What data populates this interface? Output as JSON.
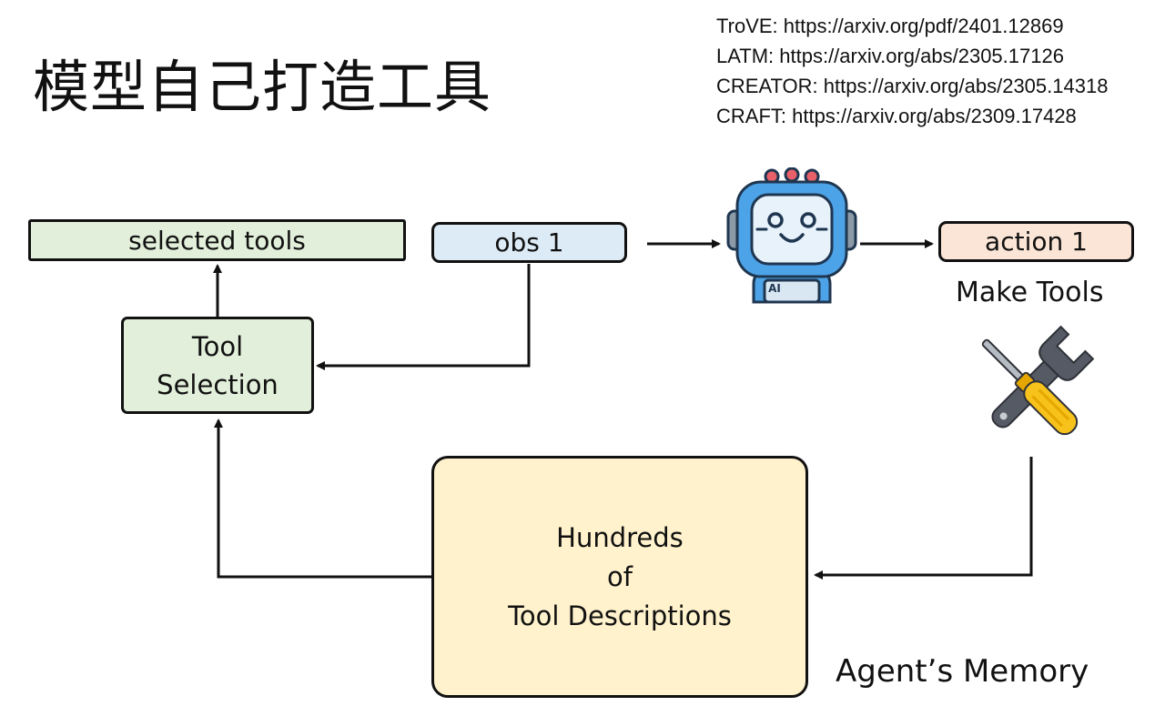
{
  "title": "模型自己打造工具",
  "references": [
    "TroVE: https://arxiv.org/pdf/2401.12869",
    "LATM: https://arxiv.org/abs/2305.17126",
    "CREATOR: https://arxiv.org/abs/2305.14318",
    "CRAFT: https://arxiv.org/abs/2309.17428"
  ],
  "nodes": {
    "selected_tools": "selected tools",
    "obs": "obs 1",
    "action": "action 1",
    "tool_selection": [
      "Tool",
      "Selection"
    ],
    "memory": [
      "Hundreds",
      "of",
      "Tool Descriptions"
    ]
  },
  "labels": {
    "make_tools": "Make Tools",
    "agent_memory": "Agent’s Memory",
    "robot_badge": "AI"
  },
  "icons": {
    "robot": "ai-robot-icon",
    "tools": "wrench-screwdriver-icon"
  },
  "colors": {
    "selected_tools_fill": "#e2efda",
    "obs_fill": "#ddebf7",
    "action_fill": "#fbe5d6",
    "memory_fill": "#fff2cc",
    "robot_blue": "#4da3e8",
    "screwdriver_yellow": "#f7c21b",
    "wrench_gray": "#555a64"
  }
}
